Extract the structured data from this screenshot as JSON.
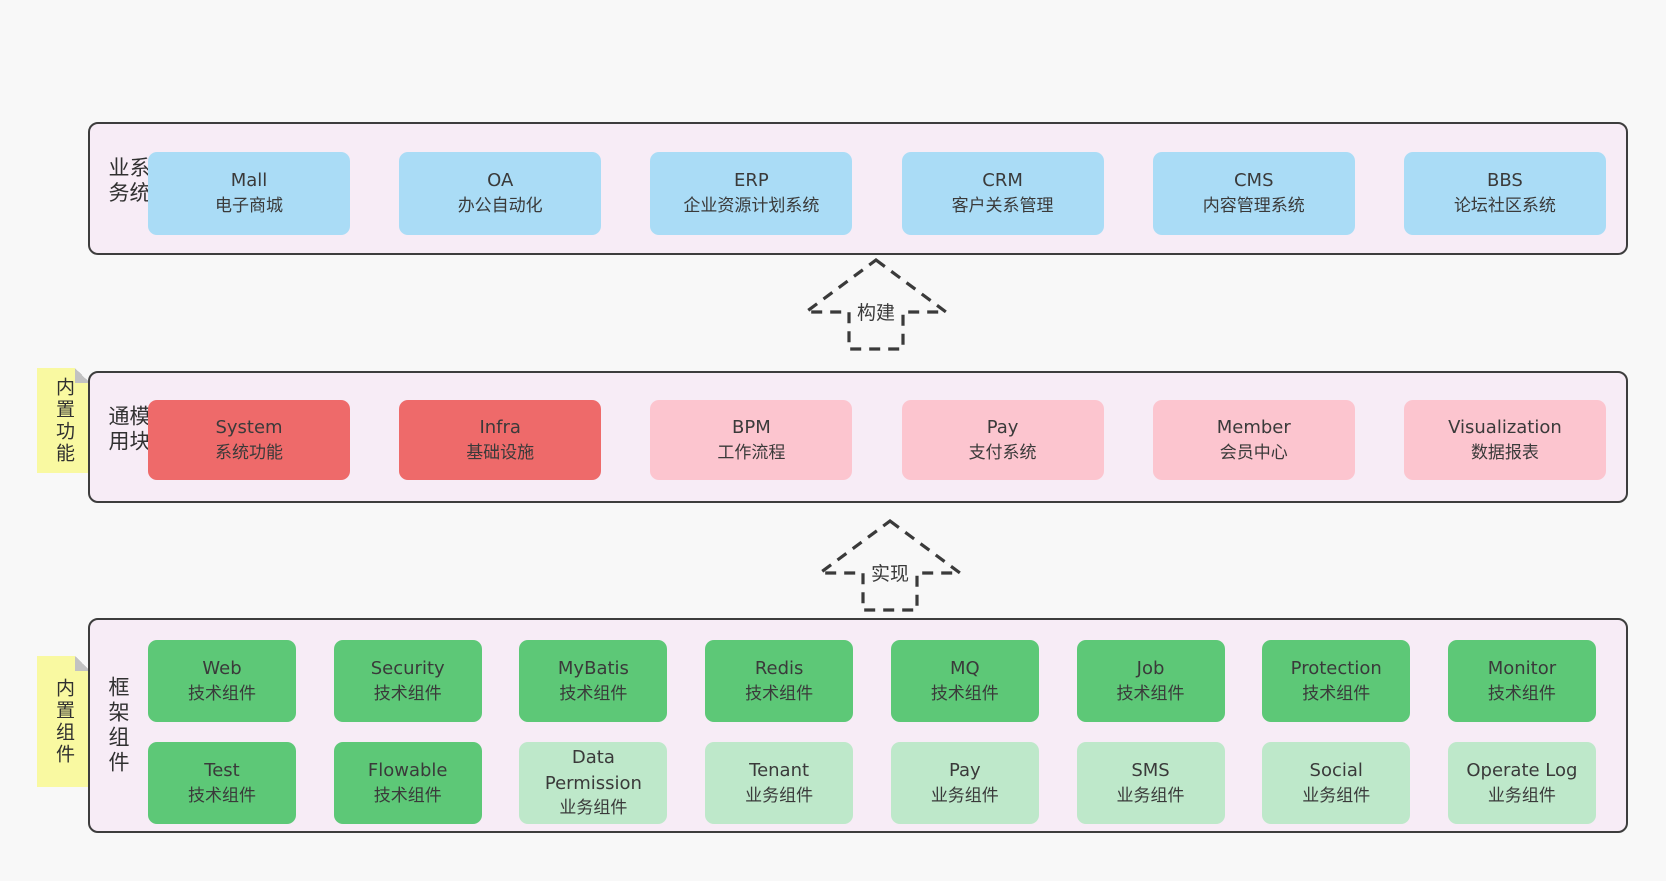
{
  "palette": {
    "page_bg": "#f8f8f8",
    "container_bg": "#f7ecf6",
    "container_border": "#3d3d3d",
    "box_blue": "#aadcf6",
    "box_red": "#ee6a6a",
    "box_pink": "#fcc5cf",
    "box_green": "#5dc877",
    "box_light_green": "#bee8ca",
    "note_yellow": "#f9f9a1",
    "text": "#3a3a3a"
  },
  "layers": [
    {
      "label": "业务系统",
      "boxes": [
        {
          "name": "Mall",
          "desc": "电子商城"
        },
        {
          "name": "OA",
          "desc": "办公自动化"
        },
        {
          "name": "ERP",
          "desc": "企业资源计划系统"
        },
        {
          "name": "CRM",
          "desc": "客户关系管理"
        },
        {
          "name": "CMS",
          "desc": "内容管理系统"
        },
        {
          "name": "BBS",
          "desc": "论坛社区系统"
        }
      ]
    },
    {
      "label": "通用模块",
      "note": "内置功能",
      "boxes": [
        {
          "name": "System",
          "desc": "系统功能"
        },
        {
          "name": "Infra",
          "desc": "基础设施"
        },
        {
          "name": "BPM",
          "desc": "工作流程"
        },
        {
          "name": "Pay",
          "desc": "支付系统"
        },
        {
          "name": "Member",
          "desc": "会员中心"
        },
        {
          "name": "Visualization",
          "desc": "数据报表"
        }
      ]
    },
    {
      "label": "框架组件",
      "note": "内置组件",
      "rows": [
        [
          {
            "name": "Web",
            "desc": "技术组件"
          },
          {
            "name": "Security",
            "desc": "技术组件"
          },
          {
            "name": "MyBatis",
            "desc": "技术组件"
          },
          {
            "name": "Redis",
            "desc": "技术组件"
          },
          {
            "name": "MQ",
            "desc": "技术组件"
          },
          {
            "name": "Job",
            "desc": "技术组件"
          },
          {
            "name": "Protection",
            "desc": "技术组件"
          },
          {
            "name": "Monitor",
            "desc": "技术组件"
          }
        ],
        [
          {
            "name": "Test",
            "desc": "技术组件"
          },
          {
            "name": "Flowable",
            "desc": "技术组件"
          },
          {
            "name": "Data Permission",
            "desc": "业务组件"
          },
          {
            "name": "Tenant",
            "desc": "业务组件"
          },
          {
            "name": "Pay",
            "desc": "业务组件"
          },
          {
            "name": "SMS",
            "desc": "业务组件"
          },
          {
            "name": "Social",
            "desc": "业务组件"
          },
          {
            "name": "Operate Log",
            "desc": "业务组件"
          }
        ]
      ]
    }
  ],
  "arrows": [
    {
      "label": "构建"
    },
    {
      "label": "实现"
    }
  ]
}
